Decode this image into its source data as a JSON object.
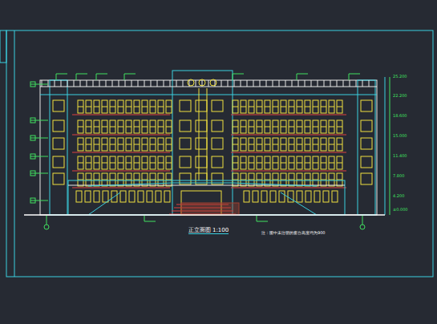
{
  "diagram": {
    "title": "正立面图 1:100",
    "labels": [
      "注：图中未注明的窗台高度均为900",
      "25.200",
      "22.200",
      "18.600",
      "15.000",
      "11.400",
      "7.800",
      "4.200",
      "±0.000"
    ]
  }
}
